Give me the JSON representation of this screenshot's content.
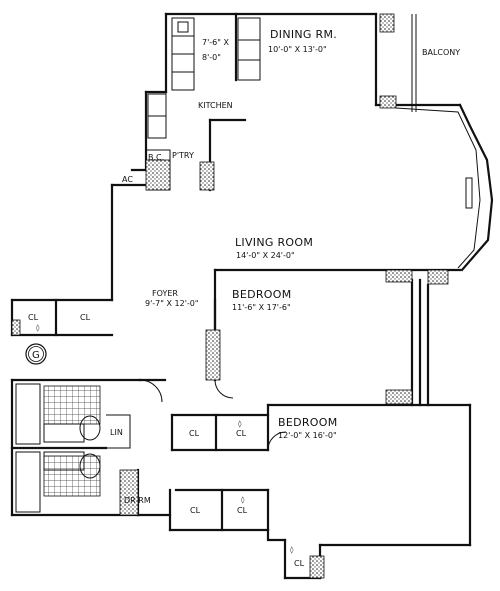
{
  "rooms": {
    "dining": {
      "name": "DINING RM.",
      "dims": "10'-0\" X 13'-0\""
    },
    "balcony": {
      "name": "BALCONY"
    },
    "kitchen": {
      "name": "KITCHEN",
      "dims_line1": "7'-6\" X",
      "dims_line2": "8'-0\""
    },
    "bc": {
      "name": "B.C."
    },
    "pantry": {
      "name": "P'TRY"
    },
    "ac": {
      "name": "AC"
    },
    "living": {
      "name": "LIVING ROOM",
      "dims": "14'-0\" X 24'-0\""
    },
    "foyer": {
      "name": "FOYER",
      "dims": "9'-7\" X 12'-0\""
    },
    "bedroom1": {
      "name": "BEDROOM",
      "dims": "11'-6\" X 17'-6\""
    },
    "bedroom2": {
      "name": "BEDROOM",
      "dims": "12'-0\" X 16'-0\""
    },
    "linen": {
      "name": "LIN"
    },
    "dressing": {
      "name": "DR RM"
    },
    "closet_label": "CL"
  },
  "marker": {
    "letter": "G"
  },
  "colors": {
    "ink": "#111111",
    "paper": "#ffffff"
  }
}
